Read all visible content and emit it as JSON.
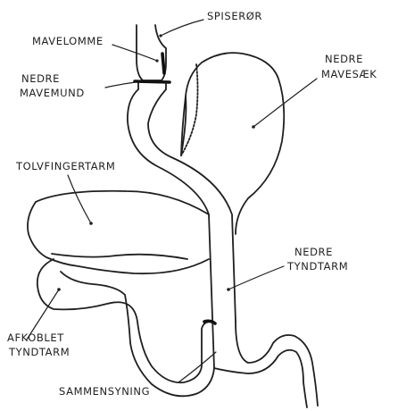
{
  "labels": {
    "spiseror": "SPISERØR",
    "mavelomme": "MAVELOMME",
    "nedre_mavemund_1": "NEDRE",
    "nedre_mavemund_2": "MAVEMUND",
    "nedre_mavesaek_1": "NEDRE",
    "nedre_mavesaek_2": "MAVESÆK",
    "tolvfingertarm": "TOLVFINGERTARM",
    "nedre_tyndtarm_1": "NEDRE",
    "nedre_tyndtarm_2": "TYNDTARM",
    "afkoblet_tyndtarm_1": "AFKOBLET",
    "afkoblet_tyndtarm_2": "TYNDTARM",
    "sammensyning": "SAMMENSYNING"
  },
  "colors": {
    "ink": "#1f1f1f",
    "background": "#ffffff"
  }
}
